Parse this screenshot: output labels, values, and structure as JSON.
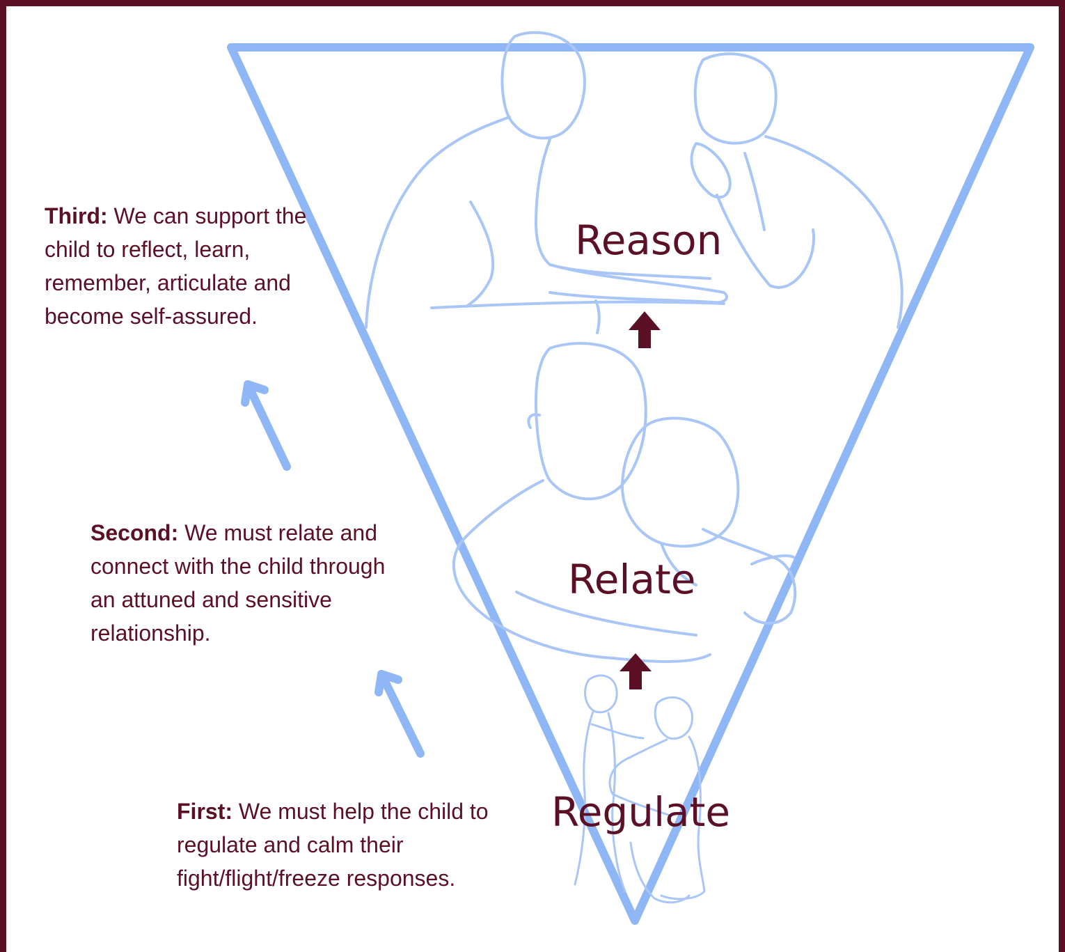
{
  "notes": {
    "third": {
      "heading": "Third:",
      "body": "We can support the child to reflect, learn, remember, articulate and become self-assured."
    },
    "second": {
      "heading": "Second:",
      "body": "We must relate and connect with the child through an attuned and sensitive relationship."
    },
    "first": {
      "heading": "First:",
      "body": "We must help the child to regulate and calm their fight/flight/freeze responses."
    }
  },
  "stages": {
    "reason": "Reason",
    "relate": "Relate",
    "regulate": "Regulate"
  },
  "colors": {
    "frame": "#5b1026",
    "text": "#5b1026",
    "triangle": "#8fb6f5",
    "figure_outline": "#a9c6f7",
    "side_arrow": "#8fb6f5",
    "stage_arrow": "#5b1026"
  }
}
